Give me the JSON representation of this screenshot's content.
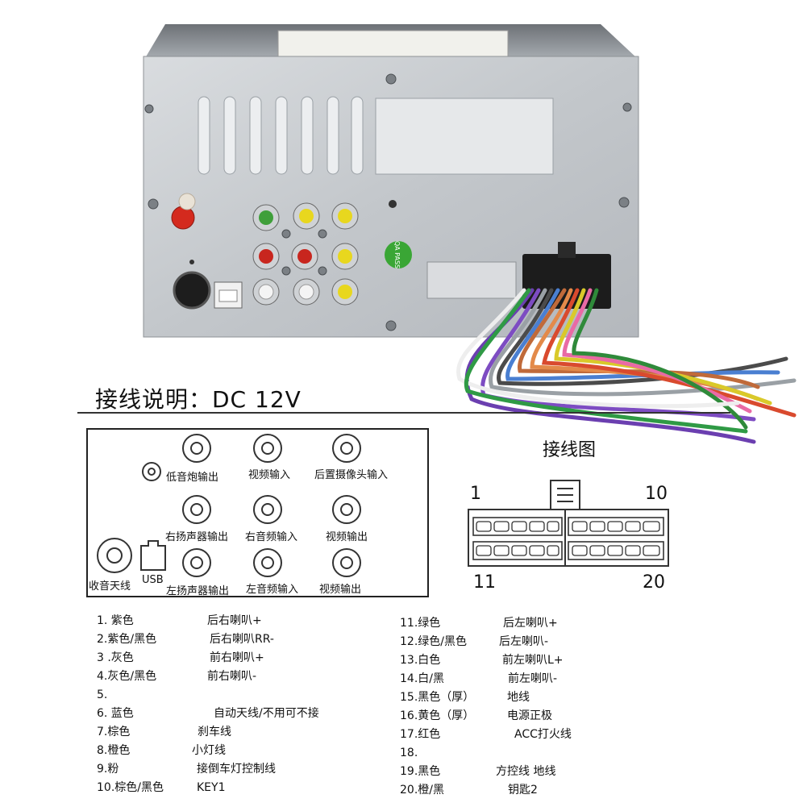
{
  "header": {
    "title": "接线说明：DC 12V"
  },
  "photo": {
    "badge": "QA PASS"
  },
  "panel": {
    "labels": {
      "sub": "低音炮输出",
      "video_in": "视频输入",
      "rear_cam": "后置摄像头输入",
      "right_spk": "右扬声器输出",
      "right_audio": "右音频输入",
      "video_out_1": "视频输出",
      "radio": "收音天线",
      "usb": "USB",
      "left_spk": "左扬声器输出",
      "left_audio": "左音频输入",
      "video_out_2": "视频输出"
    }
  },
  "connector": {
    "title": "接线图",
    "pin_tl": "1",
    "pin_tr": "10",
    "pin_bl": "11",
    "pin_br": "20"
  },
  "wires": [
    {
      "num": "1. 紫色",
      "desc": "后右喇叭+"
    },
    {
      "num": "2.紫色/黑色",
      "desc": "后右喇叭RR-"
    },
    {
      "num": "3 .灰色",
      "desc": "前右喇叭+"
    },
    {
      "num": "4.灰色/黑色",
      "desc": "前右喇叭-"
    },
    {
      "num": "5.",
      "desc": ""
    },
    {
      "num": "6. 蓝色",
      "desc": "自动天线/不用可不接"
    },
    {
      "num": "7.棕色",
      "desc": "刹车线"
    },
    {
      "num": "8.橙色",
      "desc": "小灯线"
    },
    {
      "num": "9.粉",
      "desc": "接倒车灯控制线"
    },
    {
      "num": "10.棕色/黑色",
      "desc": "KEY1"
    },
    {
      "num": "11.绿色",
      "desc": "后左喇叭+"
    },
    {
      "num": "12.绿色/黑色",
      "desc": "后左喇叭-"
    },
    {
      "num": "13.白色",
      "desc": "前左喇叭L+"
    },
    {
      "num": "14.白/黑",
      "desc": "前左喇叭-"
    },
    {
      "num": "15.黑色（厚）",
      "desc": "地线"
    },
    {
      "num": "16.黄色（厚）",
      "desc": "电源正极"
    },
    {
      "num": "17.红色",
      "desc": "ACC打火线"
    },
    {
      "num": "18.",
      "desc": ""
    },
    {
      "num": "19.黑色",
      "desc": "方控线   地线"
    },
    {
      "num": "20.橙/黑",
      "desc": "钥匙2"
    }
  ]
}
